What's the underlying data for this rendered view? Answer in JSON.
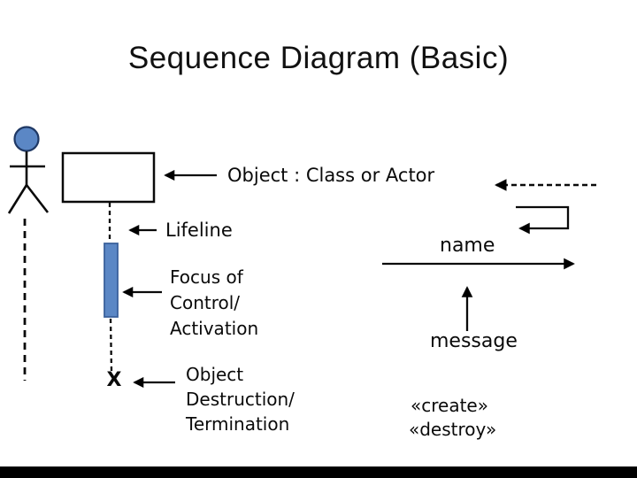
{
  "title": "Sequence Diagram (Basic)",
  "diagram": {
    "annotations": {
      "object_label": "Object : Class or Actor",
      "lifeline_label": "Lifeline",
      "focus_label": {
        "line1": "Focus of",
        "line2": "Control/",
        "line3": "Activation"
      },
      "destruction_label": {
        "line1": "Object",
        "line2": "Destruction/",
        "line3": "Termination"
      },
      "destruction_marker": "X"
    },
    "messages": {
      "name_label": "name",
      "message_label": "message",
      "create_label": "«create»",
      "destroy_label": "«destroy»"
    },
    "colors": {
      "actor_fill": "#5b87c5",
      "actor_stroke": "#1f3864",
      "activation_fill": "#5b87c5",
      "activation_stroke": "#3a619b",
      "line_color": "#000000",
      "background": "#ffffff",
      "footer_bar": "#000000"
    }
  }
}
